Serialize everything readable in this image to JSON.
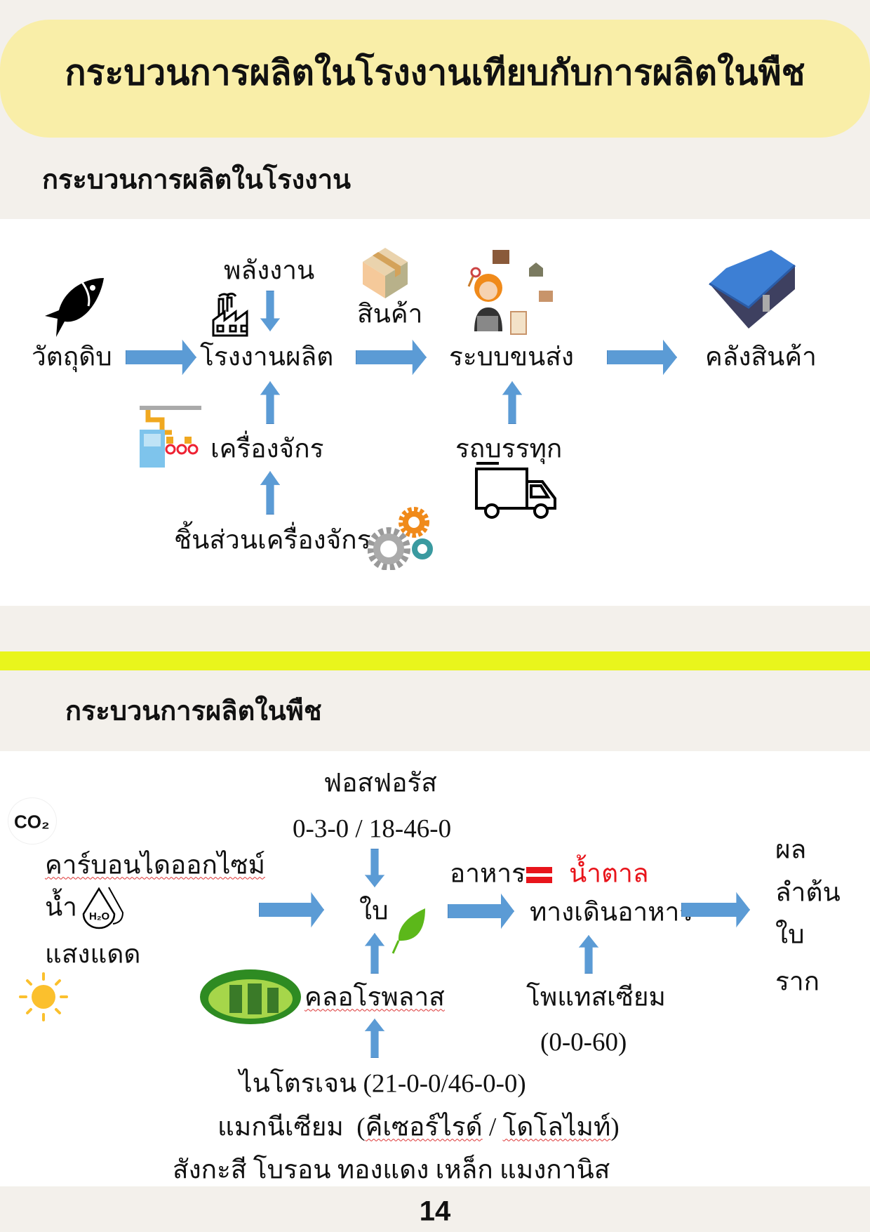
{
  "title": "กระบวนการผลิตในโรงงานเทียบกับการผลิตในพืช",
  "factory": {
    "heading": "กระบวนการผลิตในโรงงาน",
    "raw_material": "วัตถุดิบ",
    "energy": "พลังงาน",
    "factory": "โรงงานผลิต",
    "goods": "สินค้า",
    "logistics": "ระบบขนส่ง",
    "warehouse": "คลังสินค้า",
    "machinery": "เครื่องจักร",
    "machine_parts": "ชิ้นส่วนเครื่องจักร",
    "truck": "รถบรรทุก"
  },
  "plant": {
    "heading": "กระบวนการผลิตในพืช",
    "co2_badge": "CO₂",
    "co2": "คาร์บอนไดออกไซม์",
    "water": "น้ำ",
    "h2o": "H₂O",
    "sunlight": "แสงแดด",
    "phosphorus": "ฟอสฟอรัส",
    "phosphorus_formula": "0-3-0 / 18-46-0",
    "leaf": "ใบ",
    "chloroplast": "คลอโรพลาส",
    "nitrogen": "ไนโตรเจน  (21-0-0/46-0-0)",
    "magnesium": "แมกนีเซียม  (",
    "kieserite": "คีเซอร์ไรด์",
    "slash": " / ",
    "dolomite": "โดโลไมท์",
    "close_paren": ")",
    "micronutrients": "สังกะสี โบรอน ทองแดง เหล็ก แมงกานิส",
    "food": "อาหาร",
    "equals": "=",
    "sugar": "น้ำตาล",
    "phloem": "ทางเดินอาหาร",
    "potassium": "โพแทสเซียม",
    "potassium_formula": "(0-0-60)",
    "outputs": [
      "ผล",
      "ลำต้น",
      "ใบ",
      "ราก"
    ]
  },
  "page_number": "14",
  "colors": {
    "banner": "#f9eea8",
    "band": "#e9f51c",
    "beige": "#f3f0eb",
    "arrow": "#5b9bd5",
    "sugar": "#e8141b"
  }
}
